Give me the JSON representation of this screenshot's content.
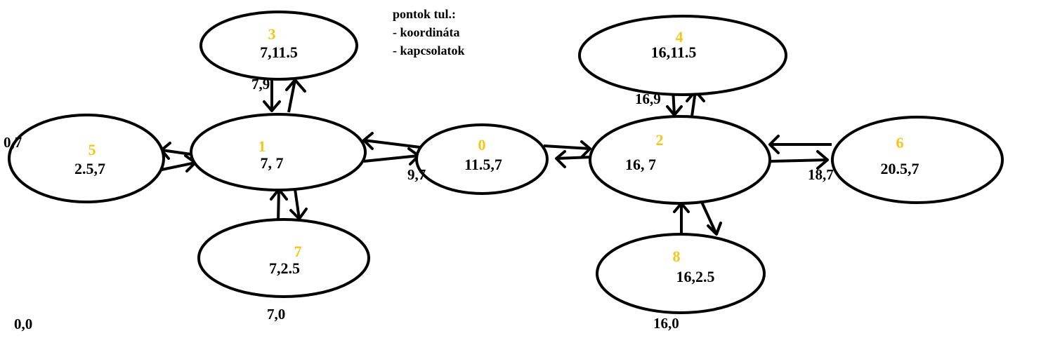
{
  "legend": {
    "title": "pontok tul.:",
    "line1": "- koordináta",
    "line2": "- kapcsolatok"
  },
  "nodes": {
    "n0": {
      "id": "0",
      "coord": "11.5,7"
    },
    "n1": {
      "id": "1",
      "coord": "7, 7"
    },
    "n2": {
      "id": "2",
      "coord": "16, 7"
    },
    "n3": {
      "id": "3",
      "coord": "7,11.5"
    },
    "n4": {
      "id": "4",
      "coord": "16,11.5"
    },
    "n5": {
      "id": "5",
      "coord": "2.5,7"
    },
    "n6": {
      "id": "6",
      "coord": "20.5,7"
    },
    "n7": {
      "id": "7",
      "coord": "7,2.5"
    },
    "n8": {
      "id": "8",
      "coord": "16,2.5"
    }
  },
  "annotations": {
    "a_0_7": "0,7",
    "a_7_9": "7,9",
    "a_9_7": "9,7",
    "a_16_9": "16,9",
    "a_18_7": "18,7",
    "a_7_0": "7,0",
    "a_16_0": "16,0",
    "a_0_0": "0,0"
  },
  "colors": {
    "node_id": "#f5c518",
    "stroke": "#000000",
    "background": "#ffffff"
  }
}
